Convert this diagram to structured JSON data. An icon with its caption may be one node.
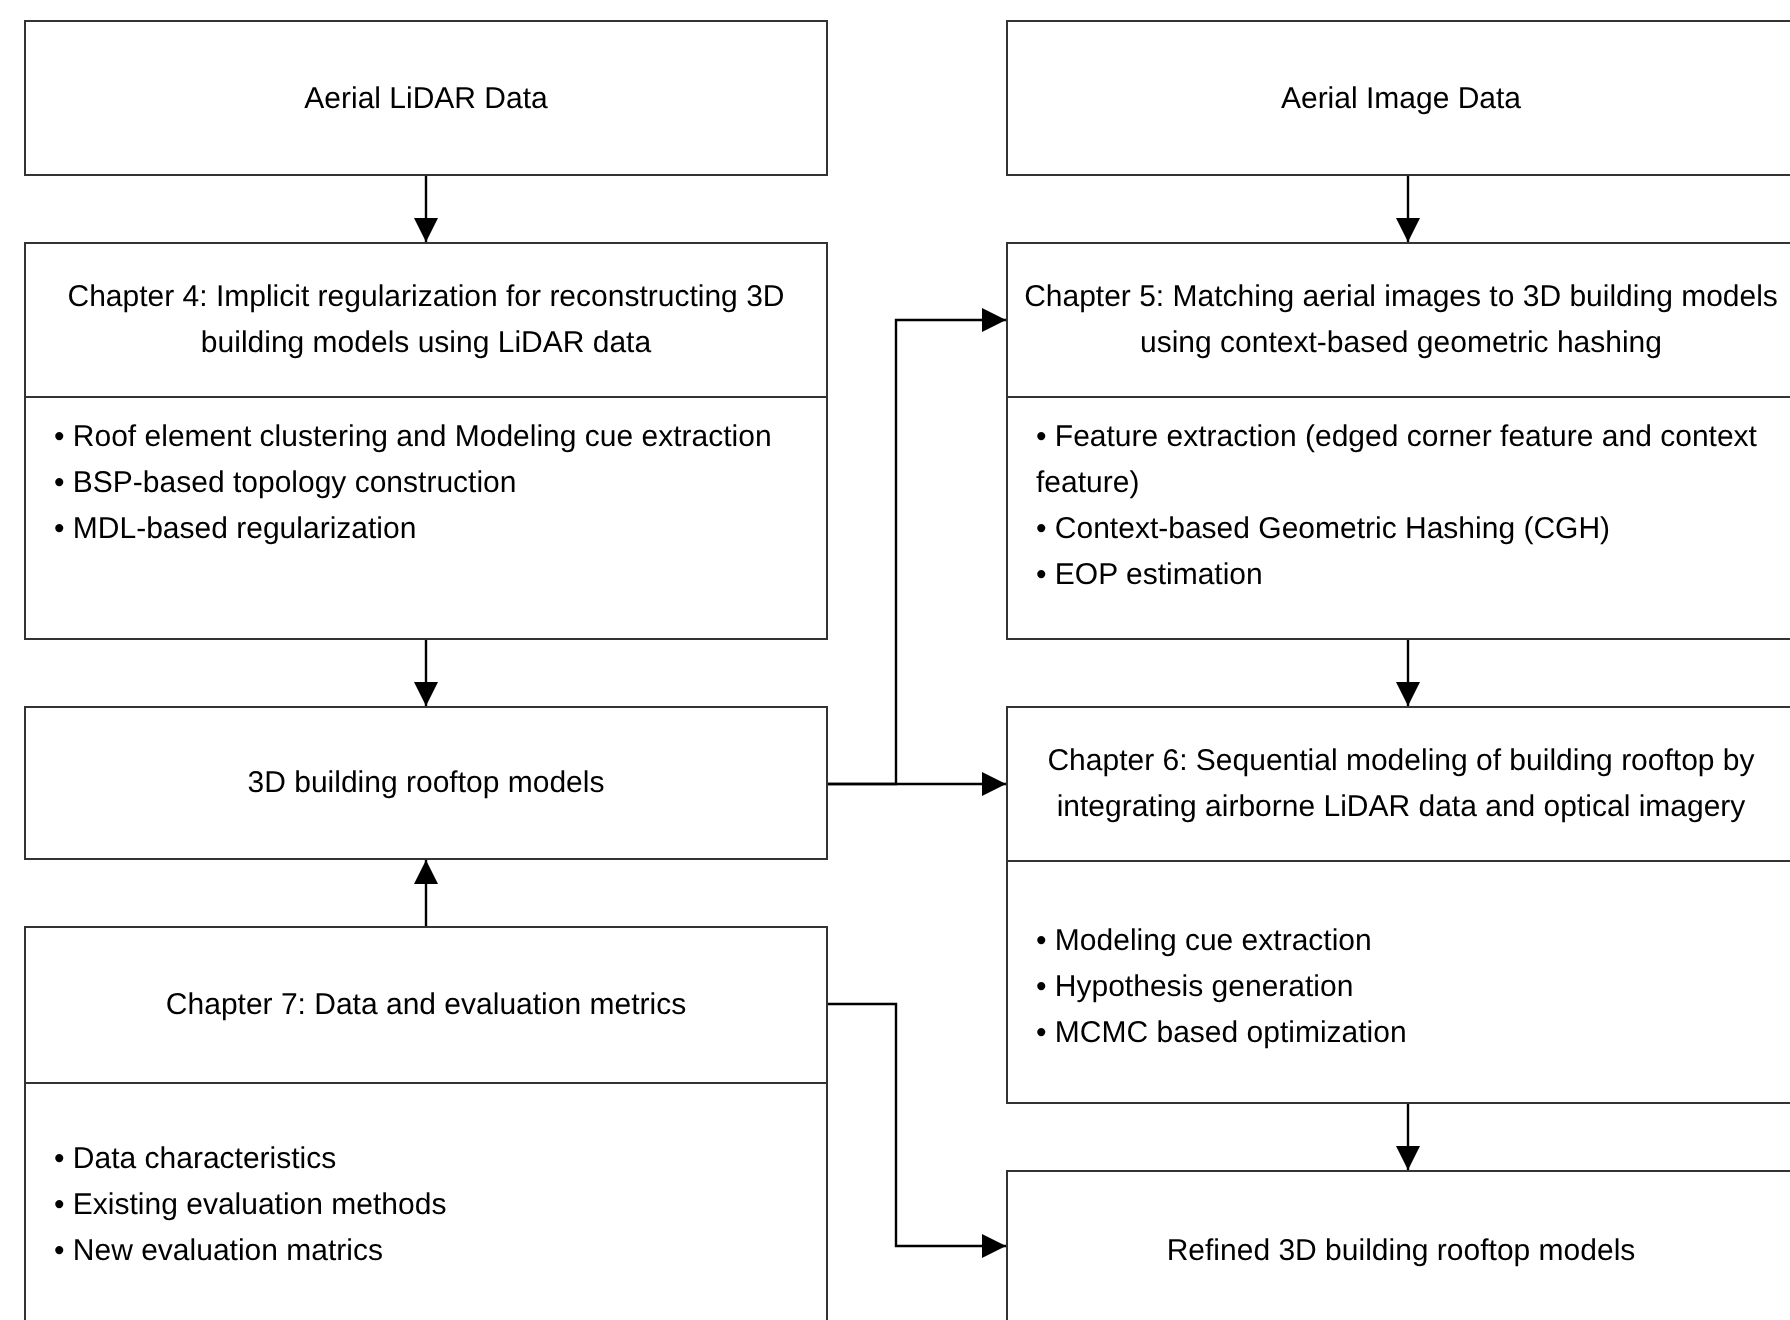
{
  "diagram": {
    "nodes": [
      {
        "text": [
          "Aerial LiDAR Data"
        ]
      },
      {
        "text": [
          "Aerial Image Data"
        ]
      },
      {
        "text": [
          "Chapter 4: Implicit regularization for reconstructing 3D building models using LiDAR data",
          "• Roof element clustering and Modeling cue extraction",
          "• BSP-based topology construction",
          "• MDL-based regularization"
        ]
      },
      {
        "text": [
          "Chapter 5: Matching aerial images to 3D building models using context-based geometric hashing",
          "• Feature extraction (edged corner feature and context feature)",
          "• Context-based Geometric Hashing (CGH)",
          "• EOP estimation"
        ]
      },
      {
        "text": [
          "3D building rooftop models"
        ]
      },
      {
        "text": [
          "Chapter 6: Sequential modeling of building rooftop by integrating airborne LiDAR data and optical imagery",
          "• Modeling cue extraction",
          "• Hypothesis generation",
          "• MCMC based optimization"
        ]
      },
      {
        "text": [
          "Chapter 7: Data and evaluation metrics",
          "• Data characteristics",
          "• Existing evaluation methods",
          "• New evaluation matrics"
        ]
      },
      {
        "text": [
          "Refined 3D building rooftop models"
        ]
      }
    ],
    "edges": [
      {
        "from": 0,
        "to": 2,
        "arrow": "to"
      },
      {
        "from": 1,
        "to": 3,
        "arrow": "to"
      },
      {
        "from": 2,
        "to": 4,
        "arrow": "to"
      },
      {
        "from": 6,
        "to": 4,
        "arrow": "to"
      },
      {
        "from": 4,
        "to": 3,
        "arrow": "to"
      },
      {
        "from": 4,
        "to": 5,
        "arrow": "to"
      },
      {
        "from": 3,
        "to": 5,
        "arrow": "to"
      },
      {
        "from": 5,
        "to": 7,
        "arrow": "to"
      },
      {
        "from": 6,
        "to": 7,
        "arrow": "to"
      }
    ]
  }
}
